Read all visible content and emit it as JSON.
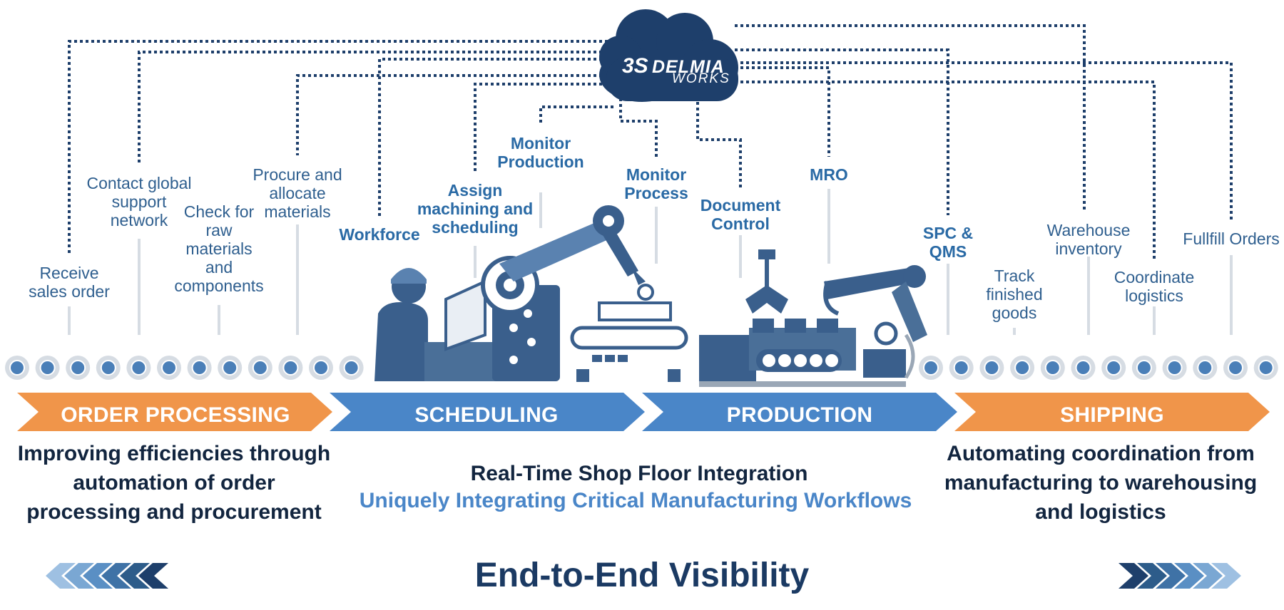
{
  "logo": {
    "mark": "3S",
    "name": "DELMIA",
    "sub": "WORKS"
  },
  "steps": [
    {
      "id": "receive-sales-order",
      "text": "Receive\nsales order",
      "bold": false
    },
    {
      "id": "contact-global-support",
      "text": "Contact global\nsupport\nnetwork",
      "bold": false
    },
    {
      "id": "check-raw-materials",
      "text": "Check for\nraw\nmaterials\nand\ncomponents",
      "bold": false
    },
    {
      "id": "procure-allocate",
      "text": "Procure and\nallocate\nmaterials",
      "bold": false
    },
    {
      "id": "workforce",
      "text": "Workforce",
      "bold": true
    },
    {
      "id": "assign-machining",
      "text": "Assign\nmachining and\nscheduling",
      "bold": true
    },
    {
      "id": "monitor-production",
      "text": "Monitor\nProduction",
      "bold": true
    },
    {
      "id": "monitor-process",
      "text": "Monitor\nProcess",
      "bold": true
    },
    {
      "id": "document-control",
      "text": "Document\nControl",
      "bold": true
    },
    {
      "id": "mro",
      "text": "MRO",
      "bold": true
    },
    {
      "id": "spc-qms",
      "text": "SPC &\nQMS",
      "bold": true
    },
    {
      "id": "track-finished-goods",
      "text": "Track\nfinished\ngoods",
      "bold": false
    },
    {
      "id": "warehouse-inventory",
      "text": "Warehouse\ninventory",
      "bold": false
    },
    {
      "id": "coordinate-logistics",
      "text": "Coordinate\nlogistics",
      "bold": false
    },
    {
      "id": "fulfill-orders",
      "text": "Fullfill Orders",
      "bold": false
    }
  ],
  "stages": [
    {
      "label": "ORDER PROCESSING",
      "color": "#f0954a"
    },
    {
      "label": "SCHEDULING",
      "color": "#4a86c8"
    },
    {
      "label": "PRODUCTION",
      "color": "#4a86c8"
    },
    {
      "label": "SHIPPING",
      "color": "#f0954a"
    }
  ],
  "descriptions": {
    "order": "Improving efficiencies through\nautomation of order\nprocessing and procurement",
    "middle_line1": "Real-Time Shop Floor Integration",
    "middle_line2": "Uniquely Integrating Critical Manufacturing Workflows",
    "shipping": "Automating coordination from\nmanufacturing to warehousing\nand logistics"
  },
  "footer": {
    "title": "End-to-End Visibility"
  },
  "colors": {
    "navy": "#1e3f6b",
    "dark_blue": "#2d5c8a",
    "mid_blue": "#4a86c8",
    "orange": "#f0954a",
    "light_gray": "#d6dce3",
    "text_blue": "#2f5f8f"
  },
  "icons": [
    "cloud-icon",
    "worker-icon",
    "robot-arm-icon",
    "conveyor-icon",
    "factory-line-icon",
    "chevron-left-icon",
    "chevron-right-icon"
  ]
}
